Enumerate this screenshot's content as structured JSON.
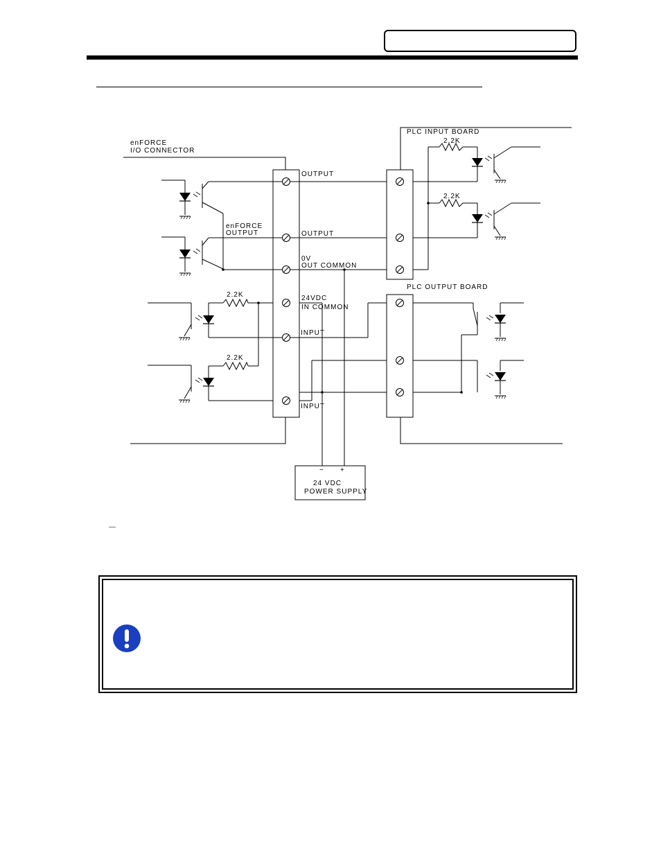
{
  "header": {
    "box_text": ""
  },
  "section": {
    "heading": ""
  },
  "diagram": {
    "labels": {
      "enforce_connector_1": "enFORCE",
      "enforce_connector_2": "I/O CONNECTOR",
      "plc_input_board": "PLC INPUT BOARD",
      "plc_output_board": "PLC OUTPUT BOARD",
      "enforce_output_1": "enFORCE",
      "enforce_output_2": "OUTPUT",
      "output_1": "OUTPUT",
      "output_2": "OUTPUT",
      "ov_1": "0V",
      "ov_2": "OUT COMMON",
      "vdc_1": "24VDC",
      "vdc_2": "IN COMMON",
      "input_1": "INPUT",
      "input_2": "INPUT",
      "resistor_in_1": "2.2K",
      "resistor_in_2": "2.2K",
      "resistor_plc_1": "2.2K",
      "resistor_plc_2": "2.2K",
      "ps_minus": "−",
      "ps_plus": "+",
      "ps_1": "24 VDC",
      "ps_2": "POWER SUPPLY"
    }
  },
  "note": {
    "icon": "exclamation-icon",
    "icon_color": "#1a3fc0",
    "text": ""
  }
}
